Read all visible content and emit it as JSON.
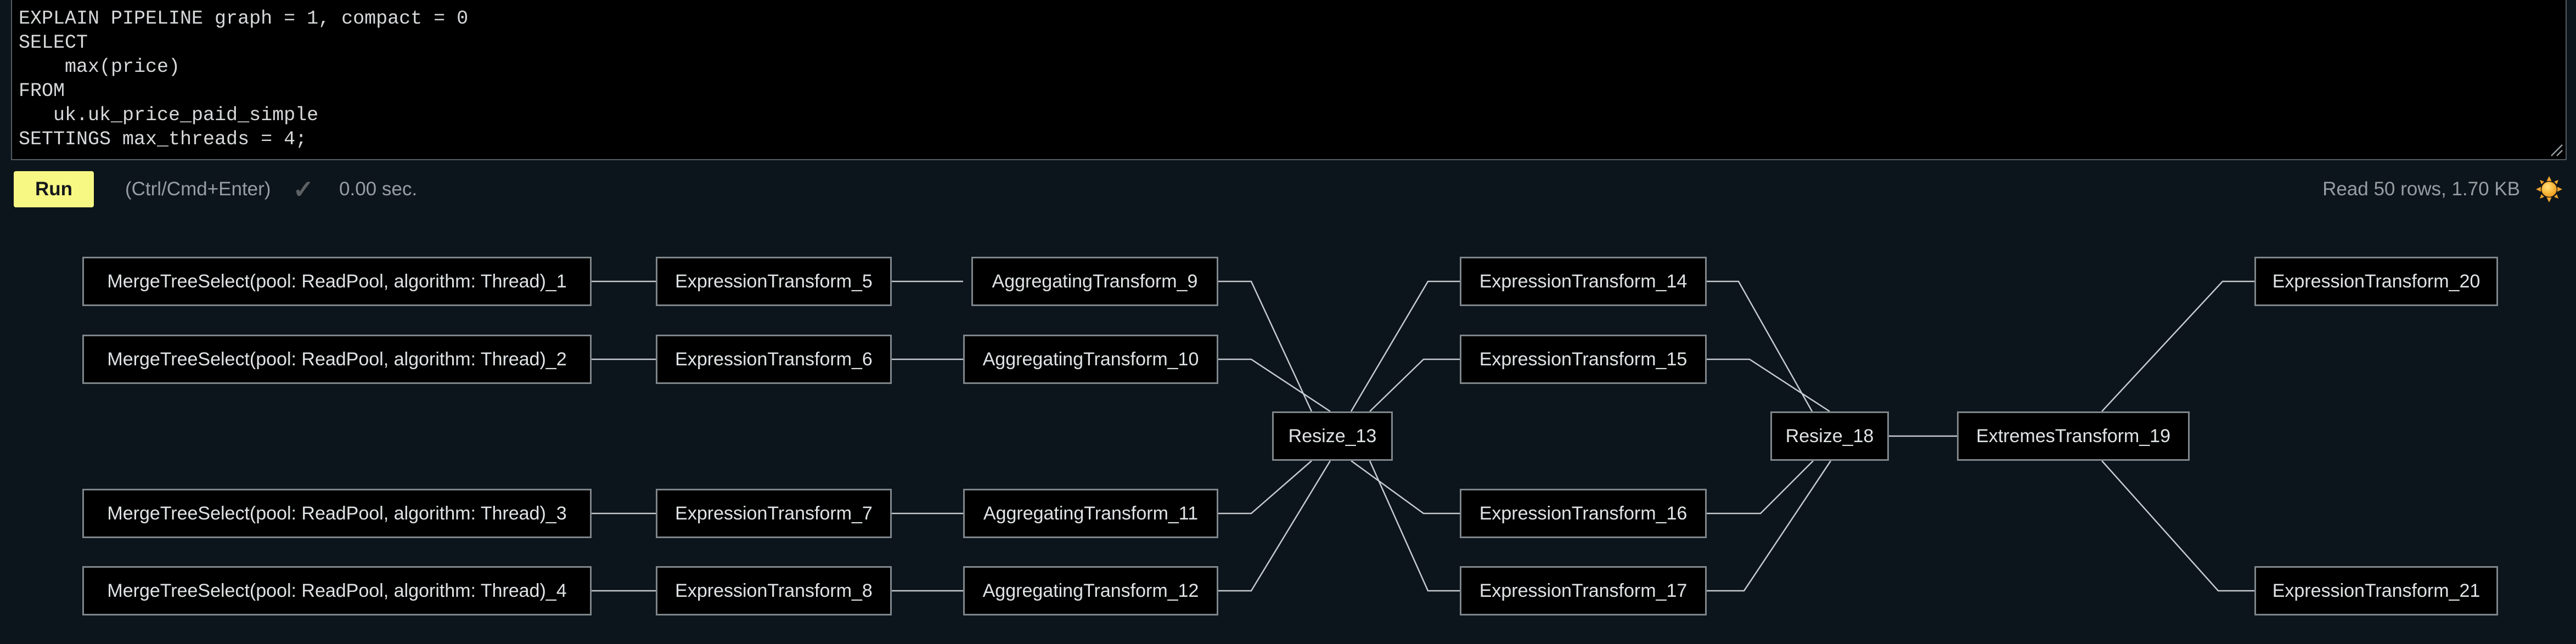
{
  "editor": {
    "lines": [
      "EXPLAIN PIPELINE graph = 1, compact = 0",
      "SELECT",
      "    max(price)",
      "FROM",
      "   uk.uk_price_paid_simple",
      "SETTINGS max_threads = 4;"
    ]
  },
  "toolbar": {
    "run_label": "Run",
    "shortcut_hint": "(Ctrl/Cmd+Enter)",
    "check_icon": "✓",
    "elapsed": "0.00 sec.",
    "read_stats": "Read 50 rows, 1.70 KB",
    "theme_icon": "sun"
  },
  "graph": {
    "nodes": [
      {
        "id": "MergeTreeSelect_1",
        "label": "MergeTreeSelect(pool: ReadPool, algorithm: Thread)_1"
      },
      {
        "id": "MergeTreeSelect_2",
        "label": "MergeTreeSelect(pool: ReadPool, algorithm: Thread)_2"
      },
      {
        "id": "MergeTreeSelect_3",
        "label": "MergeTreeSelect(pool: ReadPool, algorithm: Thread)_3"
      },
      {
        "id": "MergeTreeSelect_4",
        "label": "MergeTreeSelect(pool: ReadPool, algorithm: Thread)_4"
      },
      {
        "id": "ExpressionTransform_5",
        "label": "ExpressionTransform_5"
      },
      {
        "id": "ExpressionTransform_6",
        "label": "ExpressionTransform_6"
      },
      {
        "id": "ExpressionTransform_7",
        "label": "ExpressionTransform_7"
      },
      {
        "id": "ExpressionTransform_8",
        "label": "ExpressionTransform_8"
      },
      {
        "id": "AggregatingTransform_9",
        "label": "AggregatingTransform_9"
      },
      {
        "id": "AggregatingTransform_10",
        "label": "AggregatingTransform_10"
      },
      {
        "id": "AggregatingTransform_11",
        "label": "AggregatingTransform_11"
      },
      {
        "id": "AggregatingTransform_12",
        "label": "AggregatingTransform_12"
      },
      {
        "id": "Resize_13",
        "label": "Resize_13"
      },
      {
        "id": "ExpressionTransform_14",
        "label": "ExpressionTransform_14"
      },
      {
        "id": "ExpressionTransform_15",
        "label": "ExpressionTransform_15"
      },
      {
        "id": "ExpressionTransform_16",
        "label": "ExpressionTransform_16"
      },
      {
        "id": "ExpressionTransform_17",
        "label": "ExpressionTransform_17"
      },
      {
        "id": "Resize_18",
        "label": "Resize_18"
      },
      {
        "id": "ExtremesTransform_19",
        "label": "ExtremesTransform_19"
      },
      {
        "id": "ExpressionTransform_20",
        "label": "ExpressionTransform_20"
      },
      {
        "id": "ExpressionTransform_21",
        "label": "ExpressionTransform_21"
      }
    ],
    "edges": [
      [
        "MergeTreeSelect_1",
        "ExpressionTransform_5"
      ],
      [
        "MergeTreeSelect_2",
        "ExpressionTransform_6"
      ],
      [
        "MergeTreeSelect_3",
        "ExpressionTransform_7"
      ],
      [
        "MergeTreeSelect_4",
        "ExpressionTransform_8"
      ],
      [
        "ExpressionTransform_5",
        "AggregatingTransform_9"
      ],
      [
        "ExpressionTransform_6",
        "AggregatingTransform_10"
      ],
      [
        "ExpressionTransform_7",
        "AggregatingTransform_11"
      ],
      [
        "ExpressionTransform_8",
        "AggregatingTransform_12"
      ],
      [
        "AggregatingTransform_9",
        "Resize_13"
      ],
      [
        "AggregatingTransform_10",
        "Resize_13"
      ],
      [
        "AggregatingTransform_11",
        "Resize_13"
      ],
      [
        "AggregatingTransform_12",
        "Resize_13"
      ],
      [
        "Resize_13",
        "ExpressionTransform_14"
      ],
      [
        "Resize_13",
        "ExpressionTransform_15"
      ],
      [
        "Resize_13",
        "ExpressionTransform_16"
      ],
      [
        "Resize_13",
        "ExpressionTransform_17"
      ],
      [
        "ExpressionTransform_14",
        "Resize_18"
      ],
      [
        "ExpressionTransform_15",
        "Resize_18"
      ],
      [
        "ExpressionTransform_16",
        "Resize_18"
      ],
      [
        "ExpressionTransform_17",
        "Resize_18"
      ],
      [
        "Resize_18",
        "ExtremesTransform_19"
      ],
      [
        "ExtremesTransform_19",
        "ExpressionTransform_20"
      ],
      [
        "ExtremesTransform_19",
        "ExpressionTransform_21"
      ]
    ]
  },
  "colors": {
    "page_background": "#0c151b",
    "editor_background": "#000000",
    "editor_border": "#555d63",
    "code_text": "#d6d8da",
    "run_button": "#f7f884",
    "run_button_text": "#15181b",
    "muted_text": "#979ea3",
    "node_background": "#000000",
    "node_border": "#7f868b",
    "node_text": "#e0e3e5",
    "edge_line": "#c6cbd0",
    "sun": "#f2a42e"
  }
}
